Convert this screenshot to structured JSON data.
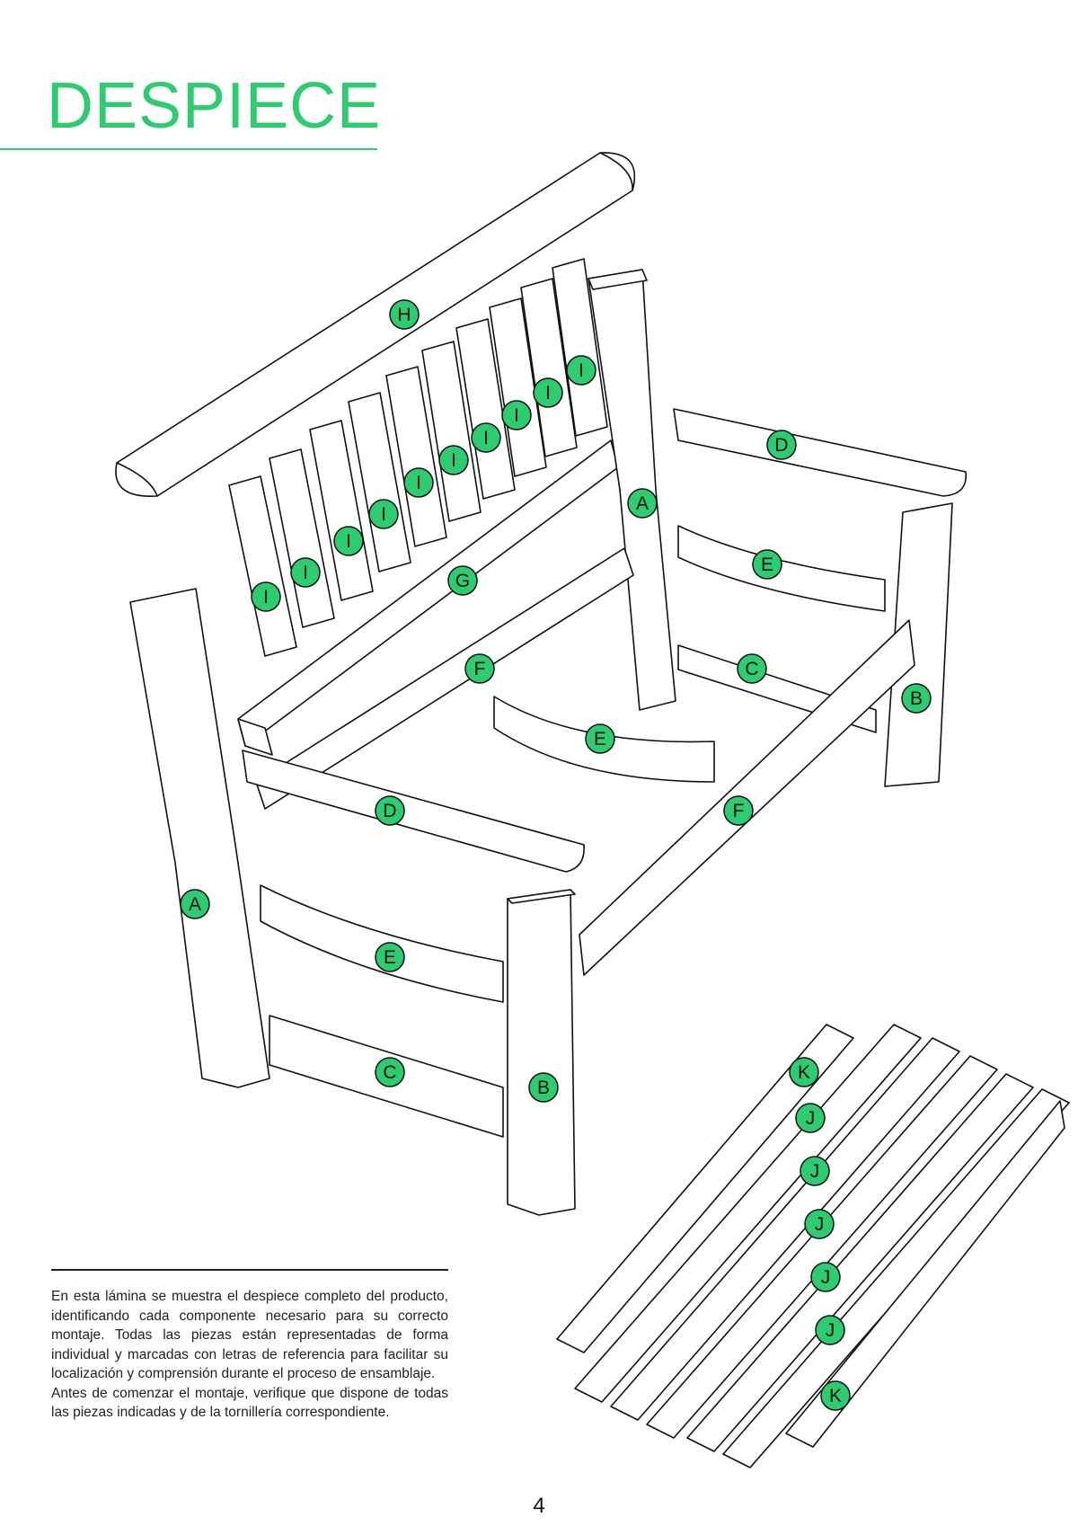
{
  "header": {
    "title": "DESPIECE"
  },
  "description": {
    "paragraph1": "En esta lámina se muestra el despiece completo del producto, identificando cada componente necesario para su correcto montaje. Todas las piezas están representadas de forma individual y marcadas con letras de referencia para facilitar su localización y comprensión durante el proceso de ensamblaje.",
    "paragraph2": "Antes de comenzar el montaje, verifique que dispone de todas las piezas indicadas y de la tornillería correspondiente."
  },
  "page": {
    "number": "4"
  },
  "colors": {
    "accent": "#2ecc71",
    "callout_fill": "#2ecc71",
    "line": "#111111"
  },
  "labels": {
    "H": "H",
    "I": "I",
    "G": "G",
    "A": "A",
    "D": "D",
    "E": "E",
    "F": "F",
    "C": "C",
    "B": "B",
    "K": "K",
    "J": "J"
  }
}
